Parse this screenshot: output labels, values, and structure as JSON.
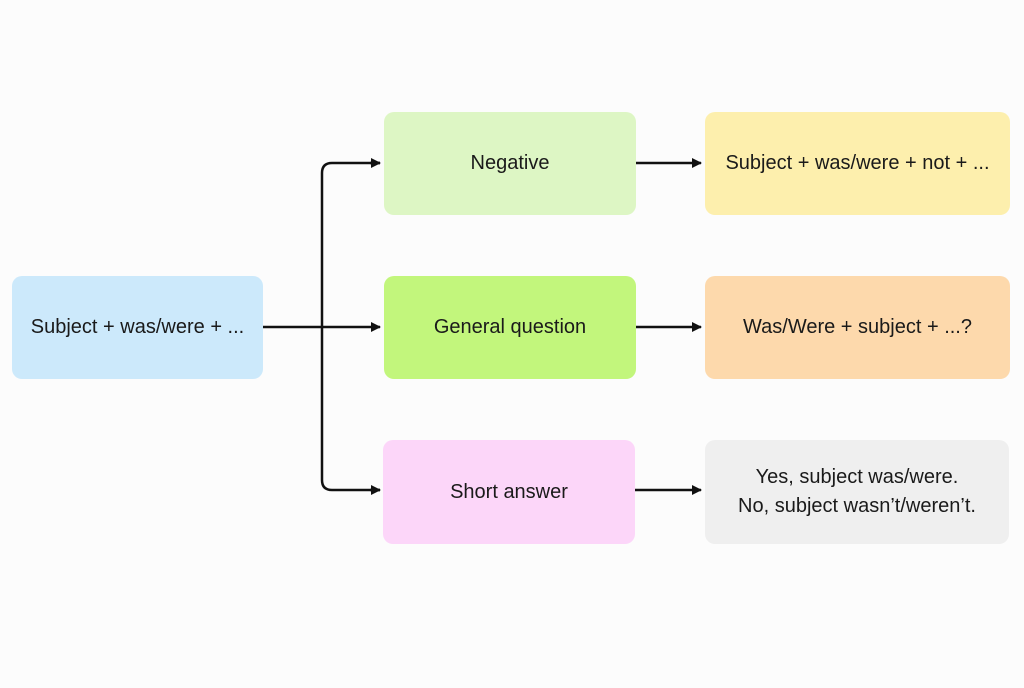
{
  "diagram": {
    "source": {
      "label": "Subject + was/were + ...",
      "color": "#cce9fb"
    },
    "branches": [
      {
        "label": "Negative",
        "color": "#ddf6c4",
        "result": {
          "lines": [
            "Subject + was/were + not + ..."
          ],
          "color": "#fdefad"
        }
      },
      {
        "label": "General question",
        "color": "#c2f67c",
        "result": {
          "lines": [
            "Was/Were + subject + ...?"
          ],
          "color": "#fdd9ac"
        }
      },
      {
        "label": "Short answer",
        "color": "#fcd6f9",
        "result": {
          "lines": [
            "Yes, subject was/were.",
            "No, subject wasn’t/weren’t."
          ],
          "color": "#efefef"
        }
      }
    ],
    "line_color": "#111111"
  }
}
